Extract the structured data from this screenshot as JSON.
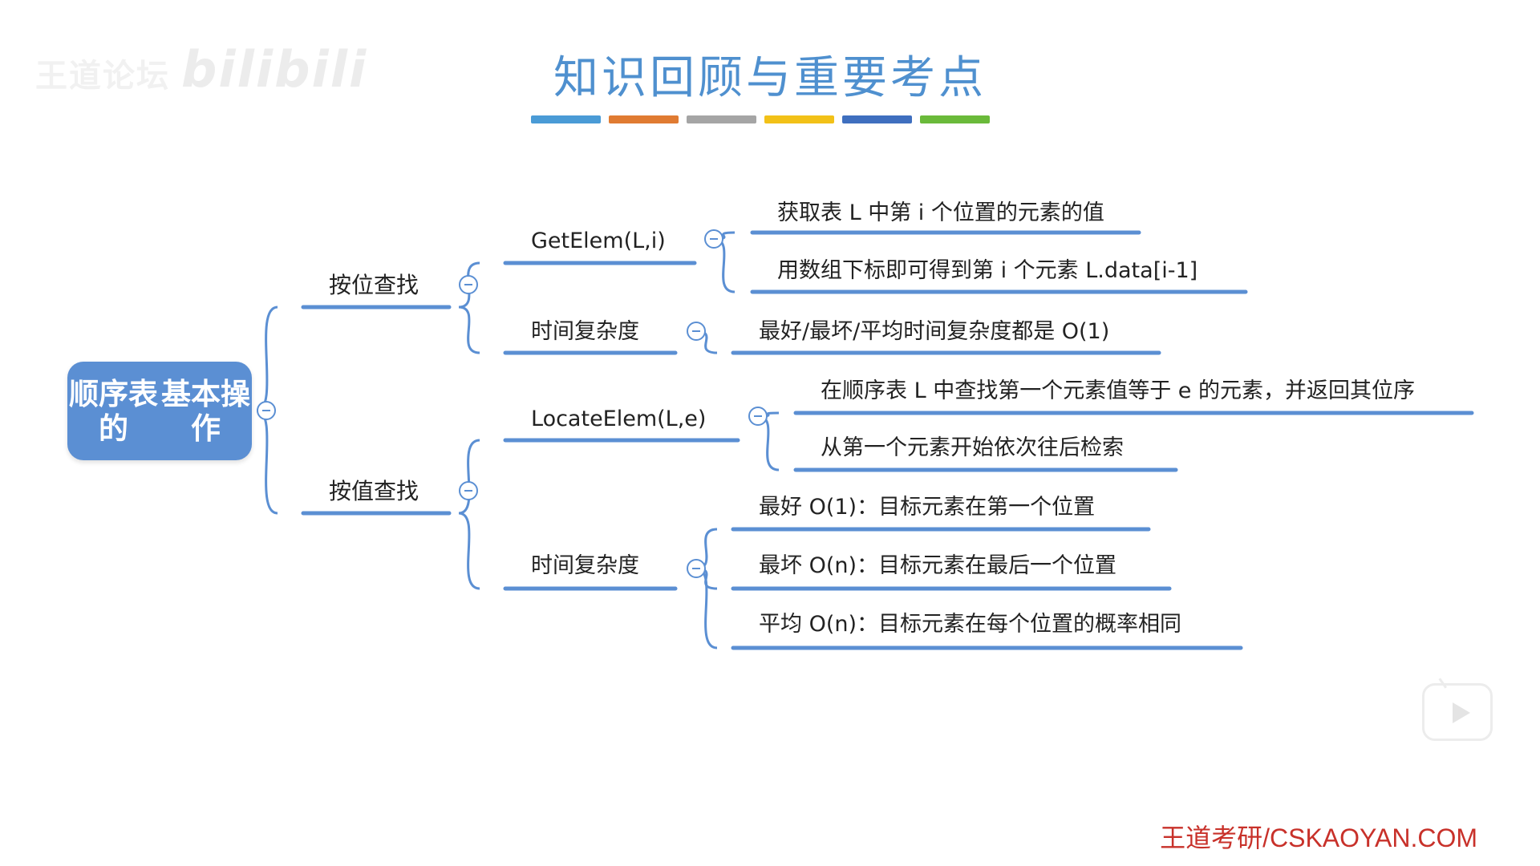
{
  "watermark": {
    "text": "王道论坛",
    "brand": "bilibili"
  },
  "title": "知识回顾与重要考点",
  "stripe_colors": [
    "#4a9bd6",
    "#e07b32",
    "#a5a5a5",
    "#f2c118",
    "#3f6fbf",
    "#6aba3a"
  ],
  "mindmap": {
    "root": "顺序表的\n基本操作",
    "branches": [
      {
        "label": "按位查找",
        "children": [
          {
            "label": "GetElem(L,i)",
            "leaves": [
              "获取表 L 中第 i 个位置的元素的值",
              "用数组下标即可得到第 i 个元素 L.data[i-1]"
            ]
          },
          {
            "label": "时间复杂度",
            "leaves": [
              "最好/最坏/平均时间复杂度都是 O(1)"
            ]
          }
        ]
      },
      {
        "label": "按值查找",
        "children": [
          {
            "label": "LocateElem(L,e)",
            "leaves": [
              "在顺序表 L 中查找第一个元素值等于 e 的元素，并返回其位序",
              "从第一个元素开始依次往后检索"
            ]
          },
          {
            "label": "时间复杂度",
            "leaves": [
              "最好 O(1)：目标元素在第一个位置",
              "最坏 O(n)：目标元素在最后一个位置",
              "平均 O(n)：目标元素在每个位置的概率相同"
            ]
          }
        ]
      }
    ]
  },
  "colors": {
    "line": "#5b8fd3",
    "root_fill": "#5b8fd3",
    "title": "#4f90cf",
    "footer": "#c8312a"
  },
  "footer": "王道考研/CSKAOYAN.COM"
}
